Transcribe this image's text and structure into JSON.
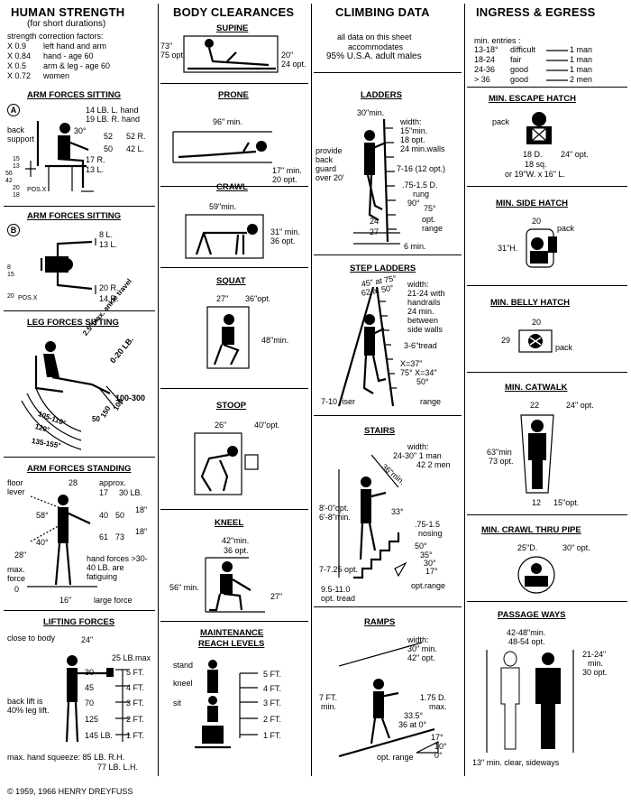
{
  "columns": {
    "human_strength": "HUMAN STRENGTH",
    "human_strength_sub": "(for short durations)",
    "body_clearances": "BODY CLEARANCES",
    "climbing_data": "CLIMBING DATA",
    "ingress_egress": "INGRESS & EGRESS"
  },
  "human_strength": {
    "correction_title": "strength correction factors:",
    "factors": [
      {
        "factor": "X 0.9",
        "label": "left hand and arm"
      },
      {
        "factor": "X 0.84",
        "label": "hand - age 60"
      },
      {
        "factor": "X 0.5",
        "label": "arm & leg - age 60"
      },
      {
        "factor": "X 0.72",
        "label": "women"
      }
    ],
    "arm_sitting_a": {
      "title": "ARM FORCES SITTING",
      "marker": "A",
      "hand_l": "14 LB. L. hand",
      "hand_r": "19 LB. R. hand",
      "back_support": "back support",
      "angle": "30°",
      "v52": "52",
      "v50": "50",
      "r52": "52 R.",
      "l42": "42 L.",
      "r17": "17 R.",
      "l13": "13 L.",
      "left_nums": [
        "15",
        "13",
        "56",
        "42",
        "20",
        "18"
      ],
      "pos": "POS.X"
    },
    "arm_sitting_b": {
      "title": "ARM FORCES SITTING",
      "marker": "B",
      "l8": "8 L.",
      "l13": "13 L.",
      "r20": "20 R.",
      "r14": "14 R.",
      "left_nums": [
        "8",
        "15",
        "20"
      ],
      "pos": "POS.X"
    },
    "leg_sitting": {
      "title": "LEG FORCES SITTING",
      "travel": "2.5\"max. ankle travel",
      "range": "0-20 LB.",
      "f100_300": "100-300",
      "f100": "100",
      "f150": "150",
      "f50": "50",
      "a105": "105-110°",
      "a120": "120°",
      "a135": "135-155°"
    },
    "arm_standing": {
      "title": "ARM FORCES STANDING",
      "floor_lever": "floor lever",
      "d28": "28",
      "approx": "approx.",
      "v17": "17",
      "lb30": "30 LB.",
      "a58": "58°",
      "v40": "40",
      "v50": "50",
      "h18a": "18\"",
      "a40": "40°",
      "v61": "61",
      "v73": "73",
      "h18b": "18\"",
      "h28": "28\"",
      "max_force": "max. force",
      "zero": "0",
      "hand_forces": "hand forces >30-40 LB. are fatiguing",
      "d16": "16\"",
      "large_force": "large force"
    },
    "lifting": {
      "title": "LIFTING FORCES",
      "close": "close to body",
      "d24": "24\"",
      "max25": "25 LB.max",
      "rows": [
        {
          "lb": "30",
          "ft": "5 FT."
        },
        {
          "lb": "45",
          "ft": "4 FT."
        },
        {
          "lb": "70",
          "ft": "3 FT."
        },
        {
          "lb": "125",
          "ft": "2 FT."
        },
        {
          "lb": "145 LB.",
          "ft": "1 FT."
        }
      ],
      "back_lift": "back lift is 40% leg lift.",
      "squeeze_1": "max. hand squeeze: 85 LB. R.H.",
      "squeeze_2": "77 LB. L.H."
    },
    "copyright": "© 1959, 1966 HENRY DREYFUSS"
  },
  "body_clearances": {
    "supine": {
      "title": "SUPINE",
      "d73": "73\"",
      "d75": "75 opt.",
      "d20": "20\"",
      "d24": "24 opt."
    },
    "prone": {
      "title": "PRONE",
      "d96": "96\" min.",
      "d17": "17\" min.",
      "d20": "20 opt."
    },
    "crawl": {
      "title": "CRAWL",
      "d59": "59\"min.",
      "d31": "31\" min.",
      "d36": "36 opt."
    },
    "squat": {
      "title": "SQUAT",
      "d27": "27\"",
      "d36": "36\"opt.",
      "d48": "48\"min."
    },
    "stoop": {
      "title": "STOOP",
      "d26": "26\"",
      "d40": "40\"opt."
    },
    "kneel": {
      "title": "KNEEL",
      "d42": "42\"min.",
      "d36": "36 opt.",
      "d56": "56\" min.",
      "d27": "27\""
    },
    "maintenance": {
      "title_1": "MAINTENANCE",
      "title_2": "REACH LEVELS",
      "stand": "stand",
      "kneel": "kneel",
      "sit": "sit",
      "levels": [
        "5 FT.",
        "4 FT.",
        "3 FT.",
        "2 FT.",
        "1 FT."
      ]
    }
  },
  "climbing": {
    "intro_1": "all data on this sheet",
    "intro_2": "accommodates",
    "intro_3": "95% U.S.A. adult males",
    "ladders": {
      "title": "LADDERS",
      "d30": "30\"min.",
      "width": "width:",
      "w15": "15\"min.",
      "w18": "18 opt.",
      "w24": "24 min.walls",
      "provide": "provide",
      "back": "back",
      "guard": "guard",
      "over": "over 20'",
      "d7_16": "7-16 (12 opt.)",
      "rung": ".75-1.5 D.",
      "rung2": "rung",
      "a90": "90°",
      "a75": "75°",
      "opt": "opt.",
      "range": "range",
      "d24": "24",
      "d27": "27",
      "d6": "6 min."
    },
    "step_ladders": {
      "title": "STEP LADDERS",
      "top_1": "45\" at 75°",
      "top_2": "62 at 50°",
      "width": "width:",
      "w1": "21-24 with",
      "w2": "handrails",
      "w3": "24 min.",
      "w4": "between",
      "w5": "side walls",
      "tread": "3-6\"tread",
      "x1": "X=37\"",
      "x2": "75°  X=34\"",
      "x3": "50°",
      "range": "range",
      "riser": "7-10 riser"
    },
    "stairs": {
      "title": "STAIRS",
      "width": "width:",
      "w1": "24-30\" 1 man",
      "w2": "42 2 men",
      "d36": "36\"min.",
      "d8": "8'-0\"opt.",
      "d6": "6'-8\"min.",
      "a33": "33°",
      "nosing": ".75-1.5",
      "nosing2": "nosing",
      "a50": "50°",
      "a35": "35°",
      "a30": "30°",
      "a17": "17°",
      "d7": "7-7.25 opt.",
      "d9": "9.5-11.0",
      "tread": "opt. tread",
      "range": "opt.range"
    },
    "ramps": {
      "title": "RAMPS",
      "width": "width:",
      "w1": "30\" min.",
      "w2": "42\" opt.",
      "d7": "7 FT.",
      "min": "min.",
      "d175": "1.75 D.",
      "max": "max.",
      "a335": "33.5°",
      "a36": "36 at 0°",
      "range": "opt. range",
      "a17": "17°",
      "a10": "10°",
      "a0": "0°"
    }
  },
  "ingress": {
    "min_entries": "min. entries :",
    "entries": [
      {
        "range": "13-18°",
        "rating": "difficult",
        "men": "1 man"
      },
      {
        "range": "18-24",
        "rating": "fair",
        "men": "1 man"
      },
      {
        "range": "24-36",
        "rating": "good",
        "men": "1 man"
      },
      {
        "range": "> 36",
        "rating": "good",
        "men": "2 men"
      }
    ],
    "escape": {
      "title": "MIN. ESCAPE HATCH",
      "pack": "pack",
      "d18": "18 D.",
      "d24": "24\" opt.",
      "sq": "18 sq.",
      "or": "or 19\"W. x 16\" L."
    },
    "side": {
      "title": "MIN. SIDE HATCH",
      "d20": "20",
      "pack": "pack",
      "d31": "31\"H."
    },
    "belly": {
      "title": "MIN. BELLY HATCH",
      "d20": "20",
      "d29": "29",
      "pack": "pack"
    },
    "catwalk": {
      "title": "MIN. CATWALK",
      "d22": "22",
      "d24": "24\" opt.",
      "d63": "63\"min",
      "d73": "73 opt.",
      "d12": "12",
      "d15": "15\"opt."
    },
    "pipe": {
      "title": "MIN. CRAWL THRU PIPE",
      "d25": "25\"D.",
      "d30": "30\" opt."
    },
    "passage": {
      "title": "PASSAGE WAYS",
      "d42": "42-48\"min.",
      "d48": "48-54 opt.",
      "d21": "21-24\"",
      "min": "min.",
      "d30": "30 opt.",
      "clear": "13\" min. clear, sideways"
    }
  }
}
